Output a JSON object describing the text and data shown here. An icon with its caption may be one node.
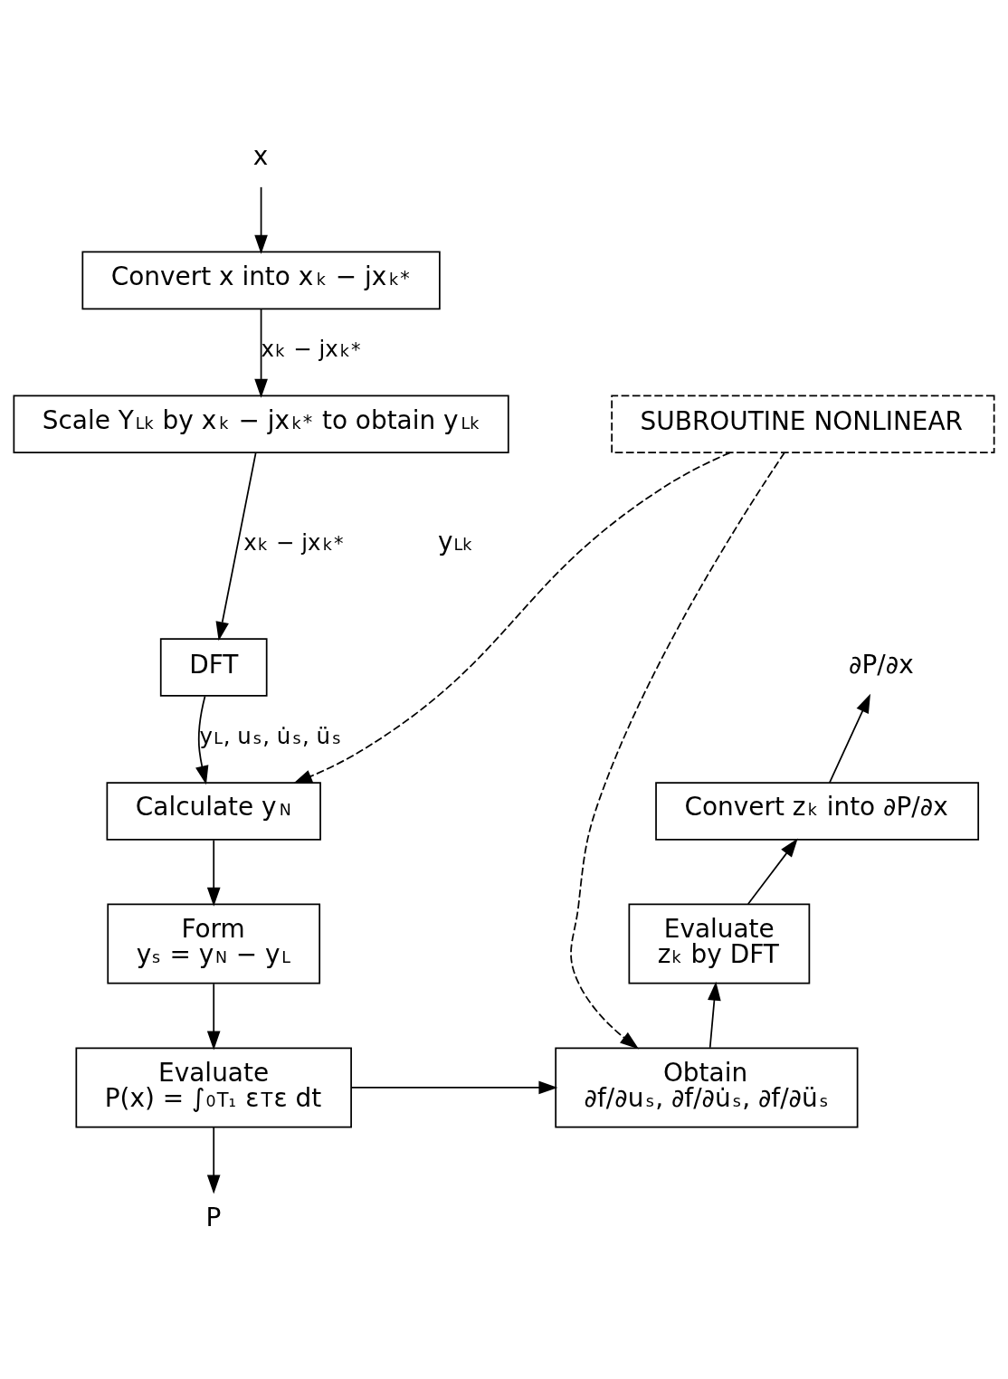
{
  "diagram": {
    "nodes": [
      {
        "text": [
          "x"
        ]
      },
      {
        "text": [
          "Convert x into x$_{k}$ − jx$_{k}$$^{*}$"
        ]
      },
      {
        "text": [
          "Scale Y$_{Lk}$ by x$_{k}$ − jx$_{k}$$^{*}$ to obtain y$_{Lk}$"
        ]
      },
      {
        "text": [
          "DFT"
        ]
      },
      {
        "text": [
          "Calculate y$_{N}$"
        ]
      },
      {
        "text": [
          "Form",
          "y$_{s}$ = y$_{N}$ − y$_{L}$"
        ]
      },
      {
        "text": [
          "Evaluate",
          "P(x) = ∫$_{0}$$^{T₁}$ ε$^{T}$ε dt"
        ]
      },
      {
        "text": [
          "P"
        ]
      },
      {
        "text": [
          "SUBROUTINE NONLINEAR"
        ]
      },
      {
        "text": [
          "Obtain",
          "∂f/∂u$_{s}$, ∂f/∂u̇$_{s}$, ∂f/∂ü$_{s}$"
        ]
      },
      {
        "text": [
          "Evaluate",
          "z$_{k}$ by DFT"
        ]
      },
      {
        "text": [
          "Convert z$_{k}$ into ∂P/∂x"
        ]
      },
      {
        "text": [
          "∂P/∂x"
        ]
      }
    ],
    "edges": [
      {
        "from": 0,
        "to": 1,
        "arrow": "to"
      },
      {
        "from": 1,
        "to": 2,
        "arrow": "to",
        "label": "x$_{k}$ − jx$_{k}$$^{*}$"
      },
      {
        "from": 2,
        "to": 3,
        "arrow": "to",
        "label": "x$_{k}$ − jx$_{k}$$^{*}$"
      },
      {
        "from": 3,
        "to": 4,
        "arrow": "to",
        "label": "y$_{L}$, u$_{s}$, u̇$_{s}$, ü$_{s}$"
      },
      {
        "from": 4,
        "to": 5,
        "arrow": "to"
      },
      {
        "from": 5,
        "to": 6,
        "arrow": "to"
      },
      {
        "from": 6,
        "to": 7,
        "arrow": "to"
      },
      {
        "from": 6,
        "to": 9,
        "arrow": "to"
      },
      {
        "from": 8,
        "to": 4,
        "arrow": "to",
        "style": "dashed"
      },
      {
        "from": 8,
        "to": 9,
        "arrow": "to",
        "style": "dashed"
      },
      {
        "from": 9,
        "to": 10,
        "arrow": "to"
      },
      {
        "from": 10,
        "to": 11,
        "arrow": "to"
      },
      {
        "from": 11,
        "to": 12,
        "arrow": "to"
      }
    ],
    "labels": [
      "y$_{Lk}$"
    ]
  }
}
